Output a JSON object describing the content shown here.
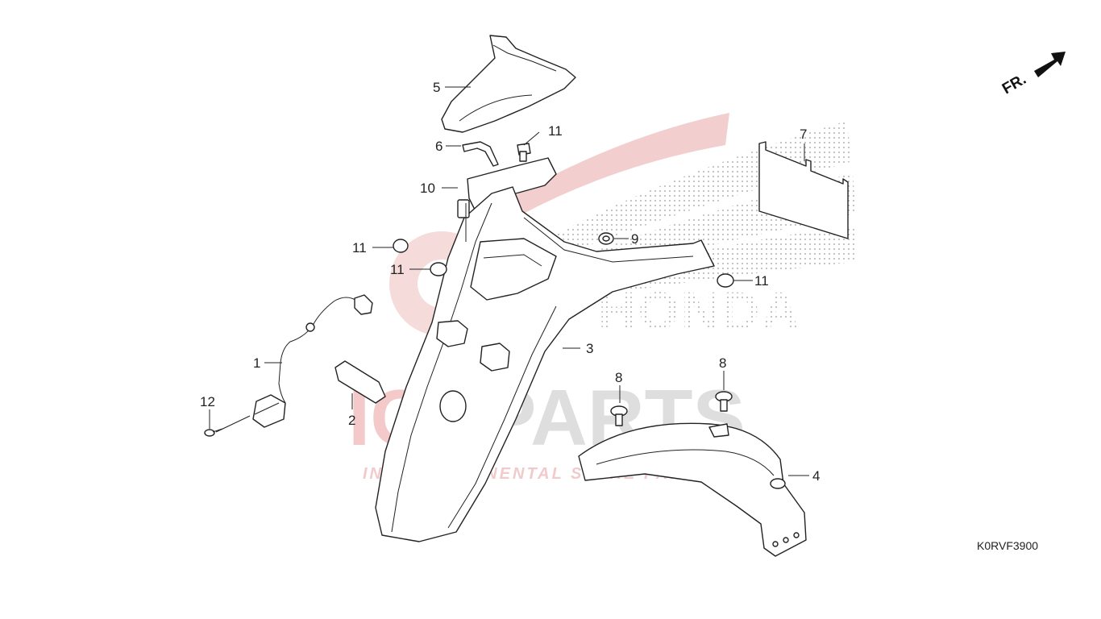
{
  "diagram_code": "K0RVF3900",
  "front_indicator": "FR.",
  "watermark": {
    "brand_left": "ICS",
    "brand_right": "PARTS",
    "tagline": "INTERCONTINENTAL SPARE PARTS",
    "maker_text": "HONDA",
    "colors": {
      "red": "#e8a0a0",
      "grey": "#cfcfcf",
      "dots": "#b8b8b8"
    }
  },
  "callouts": {
    "c1": "1",
    "c2": "2",
    "c3": "3",
    "c4": "4",
    "c5": "5",
    "c6": "6",
    "c7": "7",
    "c8a": "8",
    "c8b": "8",
    "c9": "9",
    "c10": "10",
    "c11a": "11",
    "c11b": "11",
    "c11c": "11",
    "c11d": "11",
    "c12": "12"
  }
}
